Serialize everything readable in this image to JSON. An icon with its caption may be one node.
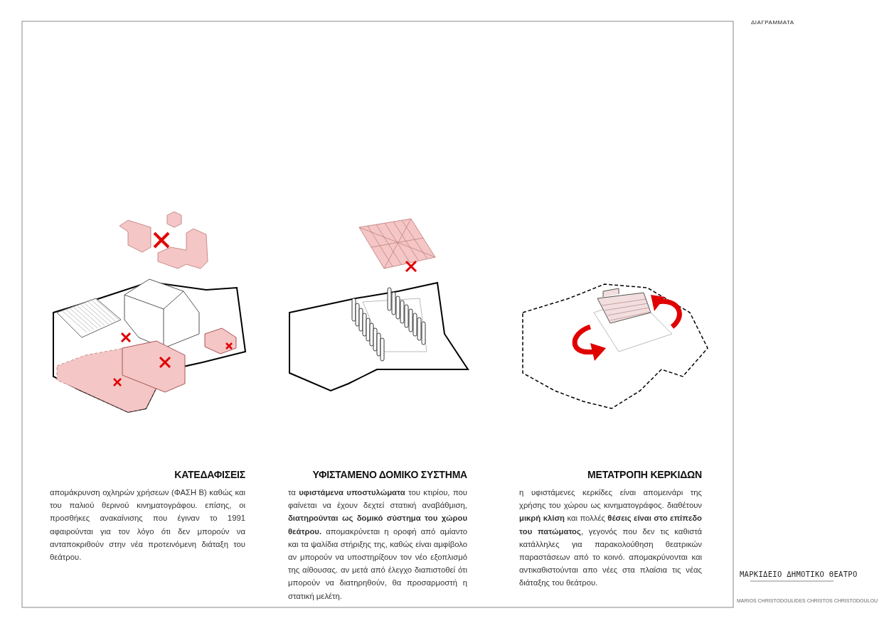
{
  "diagram": {
    "labels": [
      "ΔΙΑΓΡΑΜΜΑΤΑ",
      "ΚΑΤΕΔΑΦΙΣΕΙΣ",
      "απομάκρυνση οχληρών χρήσεων (ΦΑΣΗ Β) καθώς και του παλιού θερινού κινηματογράφου. επίσης, οι προσθήκες ανακαίνισης που έγιναν το 1991 αφαιρούνται για τον λόγο ότι δεν μπορούν να ανταποκριθούν στην νέα προτεινόμενη διάταξη του θεάτρου.",
      "ΥΦΙΣΤΑΜΕΝΟ ΔΟΜΙΚΟ ΣΥΣΤΗΜΑ",
      "τα **υφιστάμενα υποστυλώματα** του κτιρίου, που φαίνεται να έχουν δεχτεί στατική αναβάθμιση, **διατηρούνται ως δομικό σύστημα του χώρου θεάτρου.** απομακρύνεται η οροφή από αμίαντο και τα ψαλίδια στήριξης της, καθώς είναι αμφίβολο αν μπορούν να υποστηρίξουν τον νέο εξοπλισμό της αίθουσας. αν μετά από έλεγχο διαπιστοθεί ότι μπορούν να διατηρηθούν, θα προσαρμοστή η στατική μελέτη.",
      "ΜΕΤΑΤΡΟΠΗ ΚΕΡΚΙΔΩΝ",
      "η υφιστάμενες κερκίδες είναι απομεινάρι της χρήσης του χώρου ως κινηματογράφος. διαθέτουν **μικρή κλίση** και πολλές **θέσεις είναι στο επίπεδο του πατώματος**, γεγονός που δεν τις καθιστά κατάλληλες για παρακολούθηση θεατρικών παραστάσεων από το κοινό. απομακρύνονται και αντικαθιστούνται απο νέες στα πλαίσια τις νέας διάταξης του θεάτρου.",
      "ΜΑΡΚΙΔΕΙΟ ΔΗΜΟΤΙΚΟ ΘΕΑΤΡΟ",
      "MARIOS CHRISTODOULIDES CHRISTOS CHRISTODOULOU"
    ]
  }
}
